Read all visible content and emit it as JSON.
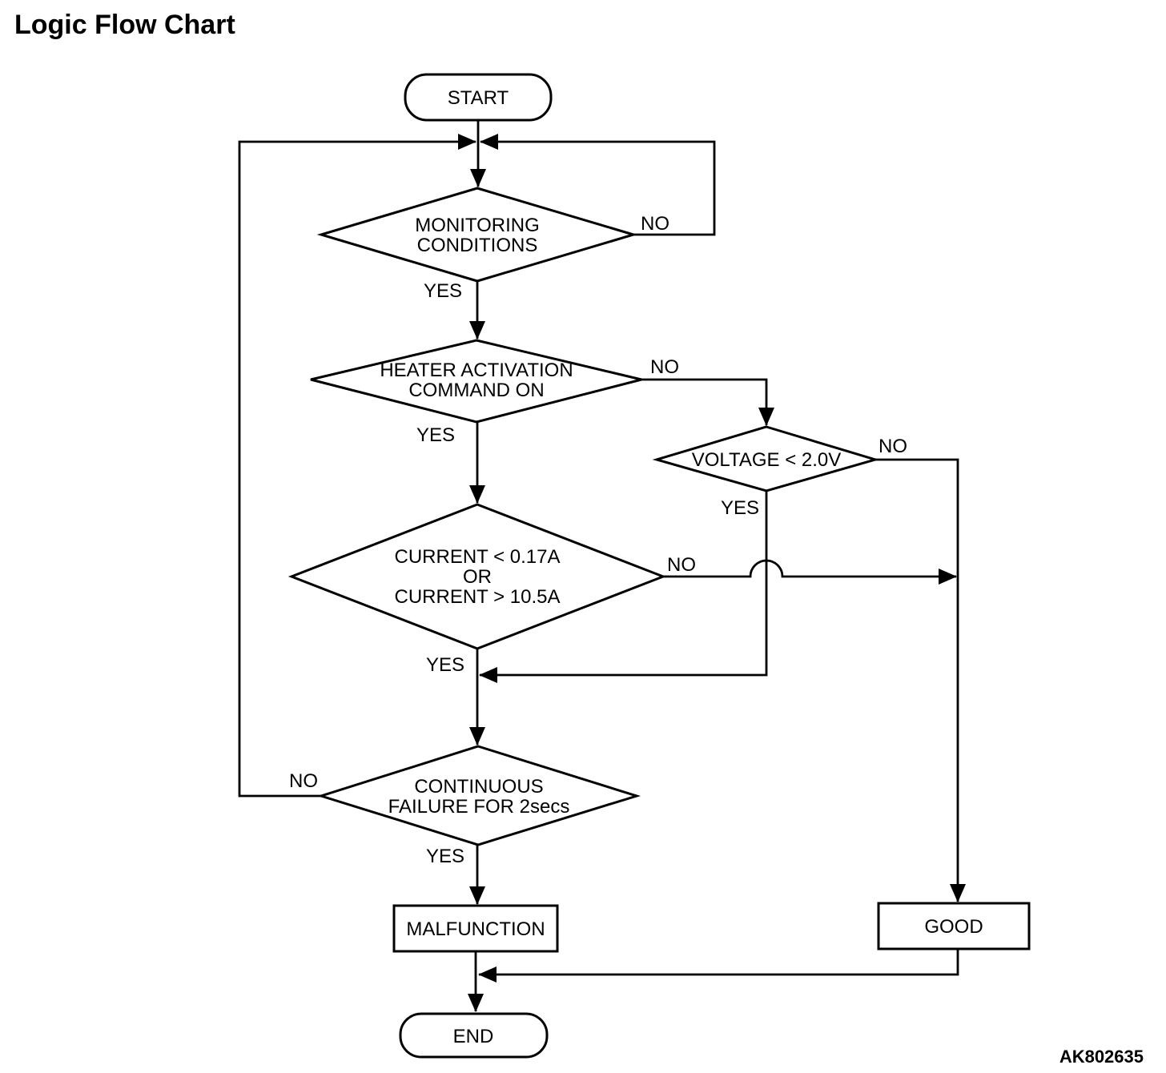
{
  "page": {
    "title": "Logic Flow Chart",
    "figure_code": "AK802635",
    "background_color": "#ffffff",
    "line_color": "#000000",
    "text_color": "#000000"
  },
  "nodes": {
    "start": {
      "label": "START",
      "shape": "terminator"
    },
    "monitoring": {
      "lines": [
        "MONITORING",
        "CONDITIONS"
      ],
      "shape": "decision"
    },
    "heater": {
      "lines": [
        "HEATER ACTIVATION",
        "COMMAND ON"
      ],
      "shape": "decision"
    },
    "voltage": {
      "label": "VOLTAGE < 2.0V",
      "shape": "decision"
    },
    "current": {
      "lines": [
        "CURRENT < 0.17A",
        "OR",
        "CURRENT > 10.5A"
      ],
      "shape": "decision"
    },
    "continuous": {
      "lines": [
        "CONTINUOUS",
        "FAILURE FOR 2secs"
      ],
      "shape": "decision"
    },
    "malfunction": {
      "label": "MALFUNCTION",
      "shape": "process"
    },
    "good": {
      "label": "GOOD",
      "shape": "process"
    },
    "end": {
      "label": "END",
      "shape": "terminator"
    }
  },
  "edge_labels": {
    "monitoring_no": "NO",
    "monitoring_yes": "YES",
    "heater_no": "NO",
    "heater_yes": "YES",
    "voltage_no": "NO",
    "voltage_yes": "YES",
    "current_no": "NO",
    "current_yes": "YES",
    "continuous_no": "NO",
    "continuous_yes": "YES"
  }
}
